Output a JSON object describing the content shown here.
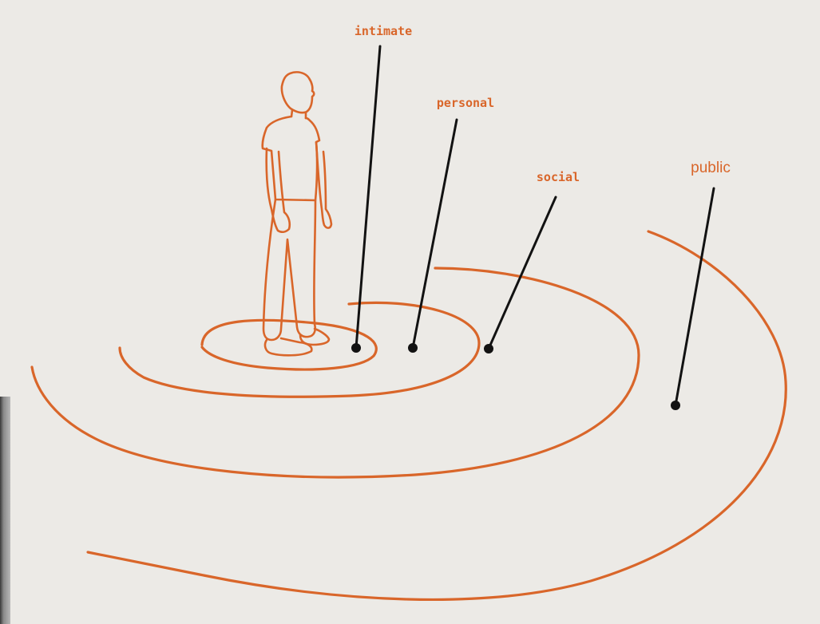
{
  "colors": {
    "background": "#eceae6",
    "ring": "#d9662a",
    "pointer": "#121212",
    "label": "#d9662a"
  },
  "figure": {
    "icon": "standing-person-icon"
  },
  "zones": [
    {
      "key": "intimate",
      "label": "intimate"
    },
    {
      "key": "personal",
      "label": "personal"
    },
    {
      "key": "social",
      "label": "social"
    },
    {
      "key": "public",
      "label": "public"
    }
  ]
}
